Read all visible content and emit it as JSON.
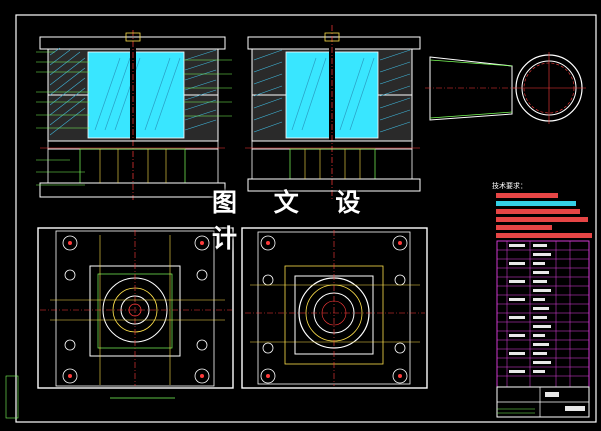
{
  "watermark": "图 文 设 计",
  "tech_requirements": {
    "heading": "技术要求："
  },
  "colors": {
    "background": "#000000",
    "frame": "#ffffff",
    "cavity": "#39e6ff",
    "hatch": "#3fb3d6",
    "outline_green": "#7cff5a",
    "centerline_red": "#ff3b3b",
    "dim_yellow": "#ffe14c",
    "table_magenta": "#e640e6"
  },
  "icons": {
    "drawing": "cad-drawing-icon",
    "watermark": "watermark-text"
  }
}
